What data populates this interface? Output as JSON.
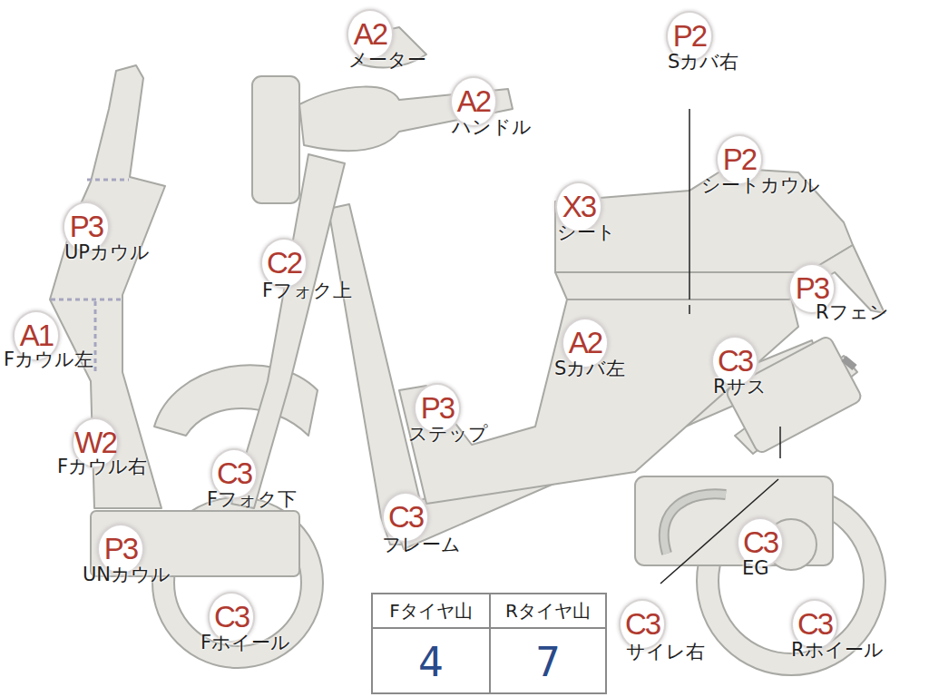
{
  "diagram": {
    "nodes": [
      {
        "text": [
          "A2",
          "メーター"
        ]
      },
      {
        "text": [
          "A2",
          "ハンドル"
        ]
      },
      {
        "text": [
          "P2",
          "Sカバ右"
        ]
      },
      {
        "text": [
          "P2",
          "シートカウル"
        ]
      },
      {
        "text": [
          "X3",
          "シート"
        ]
      },
      {
        "text": [
          "P3",
          "UPカウル"
        ]
      },
      {
        "text": [
          "C2",
          "Fフォク上"
        ]
      },
      {
        "text": [
          "P3",
          "Rフェン"
        ]
      },
      {
        "text": [
          "A1",
          "Fカウル左"
        ]
      },
      {
        "text": [
          "A2",
          "Sカバ左"
        ]
      },
      {
        "text": [
          "C3",
          "Rサス"
        ]
      },
      {
        "text": [
          "P3",
          "ステップ"
        ]
      },
      {
        "text": [
          "W2",
          "Fカウル右"
        ]
      },
      {
        "text": [
          "C3",
          "Fフォク下"
        ]
      },
      {
        "text": [
          "C3",
          "フレーム"
        ]
      },
      {
        "text": [
          "P3",
          "UNカウル"
        ]
      },
      {
        "text": [
          "C3",
          "EG"
        ]
      },
      {
        "text": [
          "C3",
          "Fホイール"
        ]
      },
      {
        "text": [
          "C3",
          "サイレ右"
        ]
      },
      {
        "text": [
          "C3",
          "Rホイール"
        ]
      }
    ],
    "labels": [
      "Fタイヤ山",
      "Rタイヤ山",
      "4",
      "7"
    ]
  }
}
